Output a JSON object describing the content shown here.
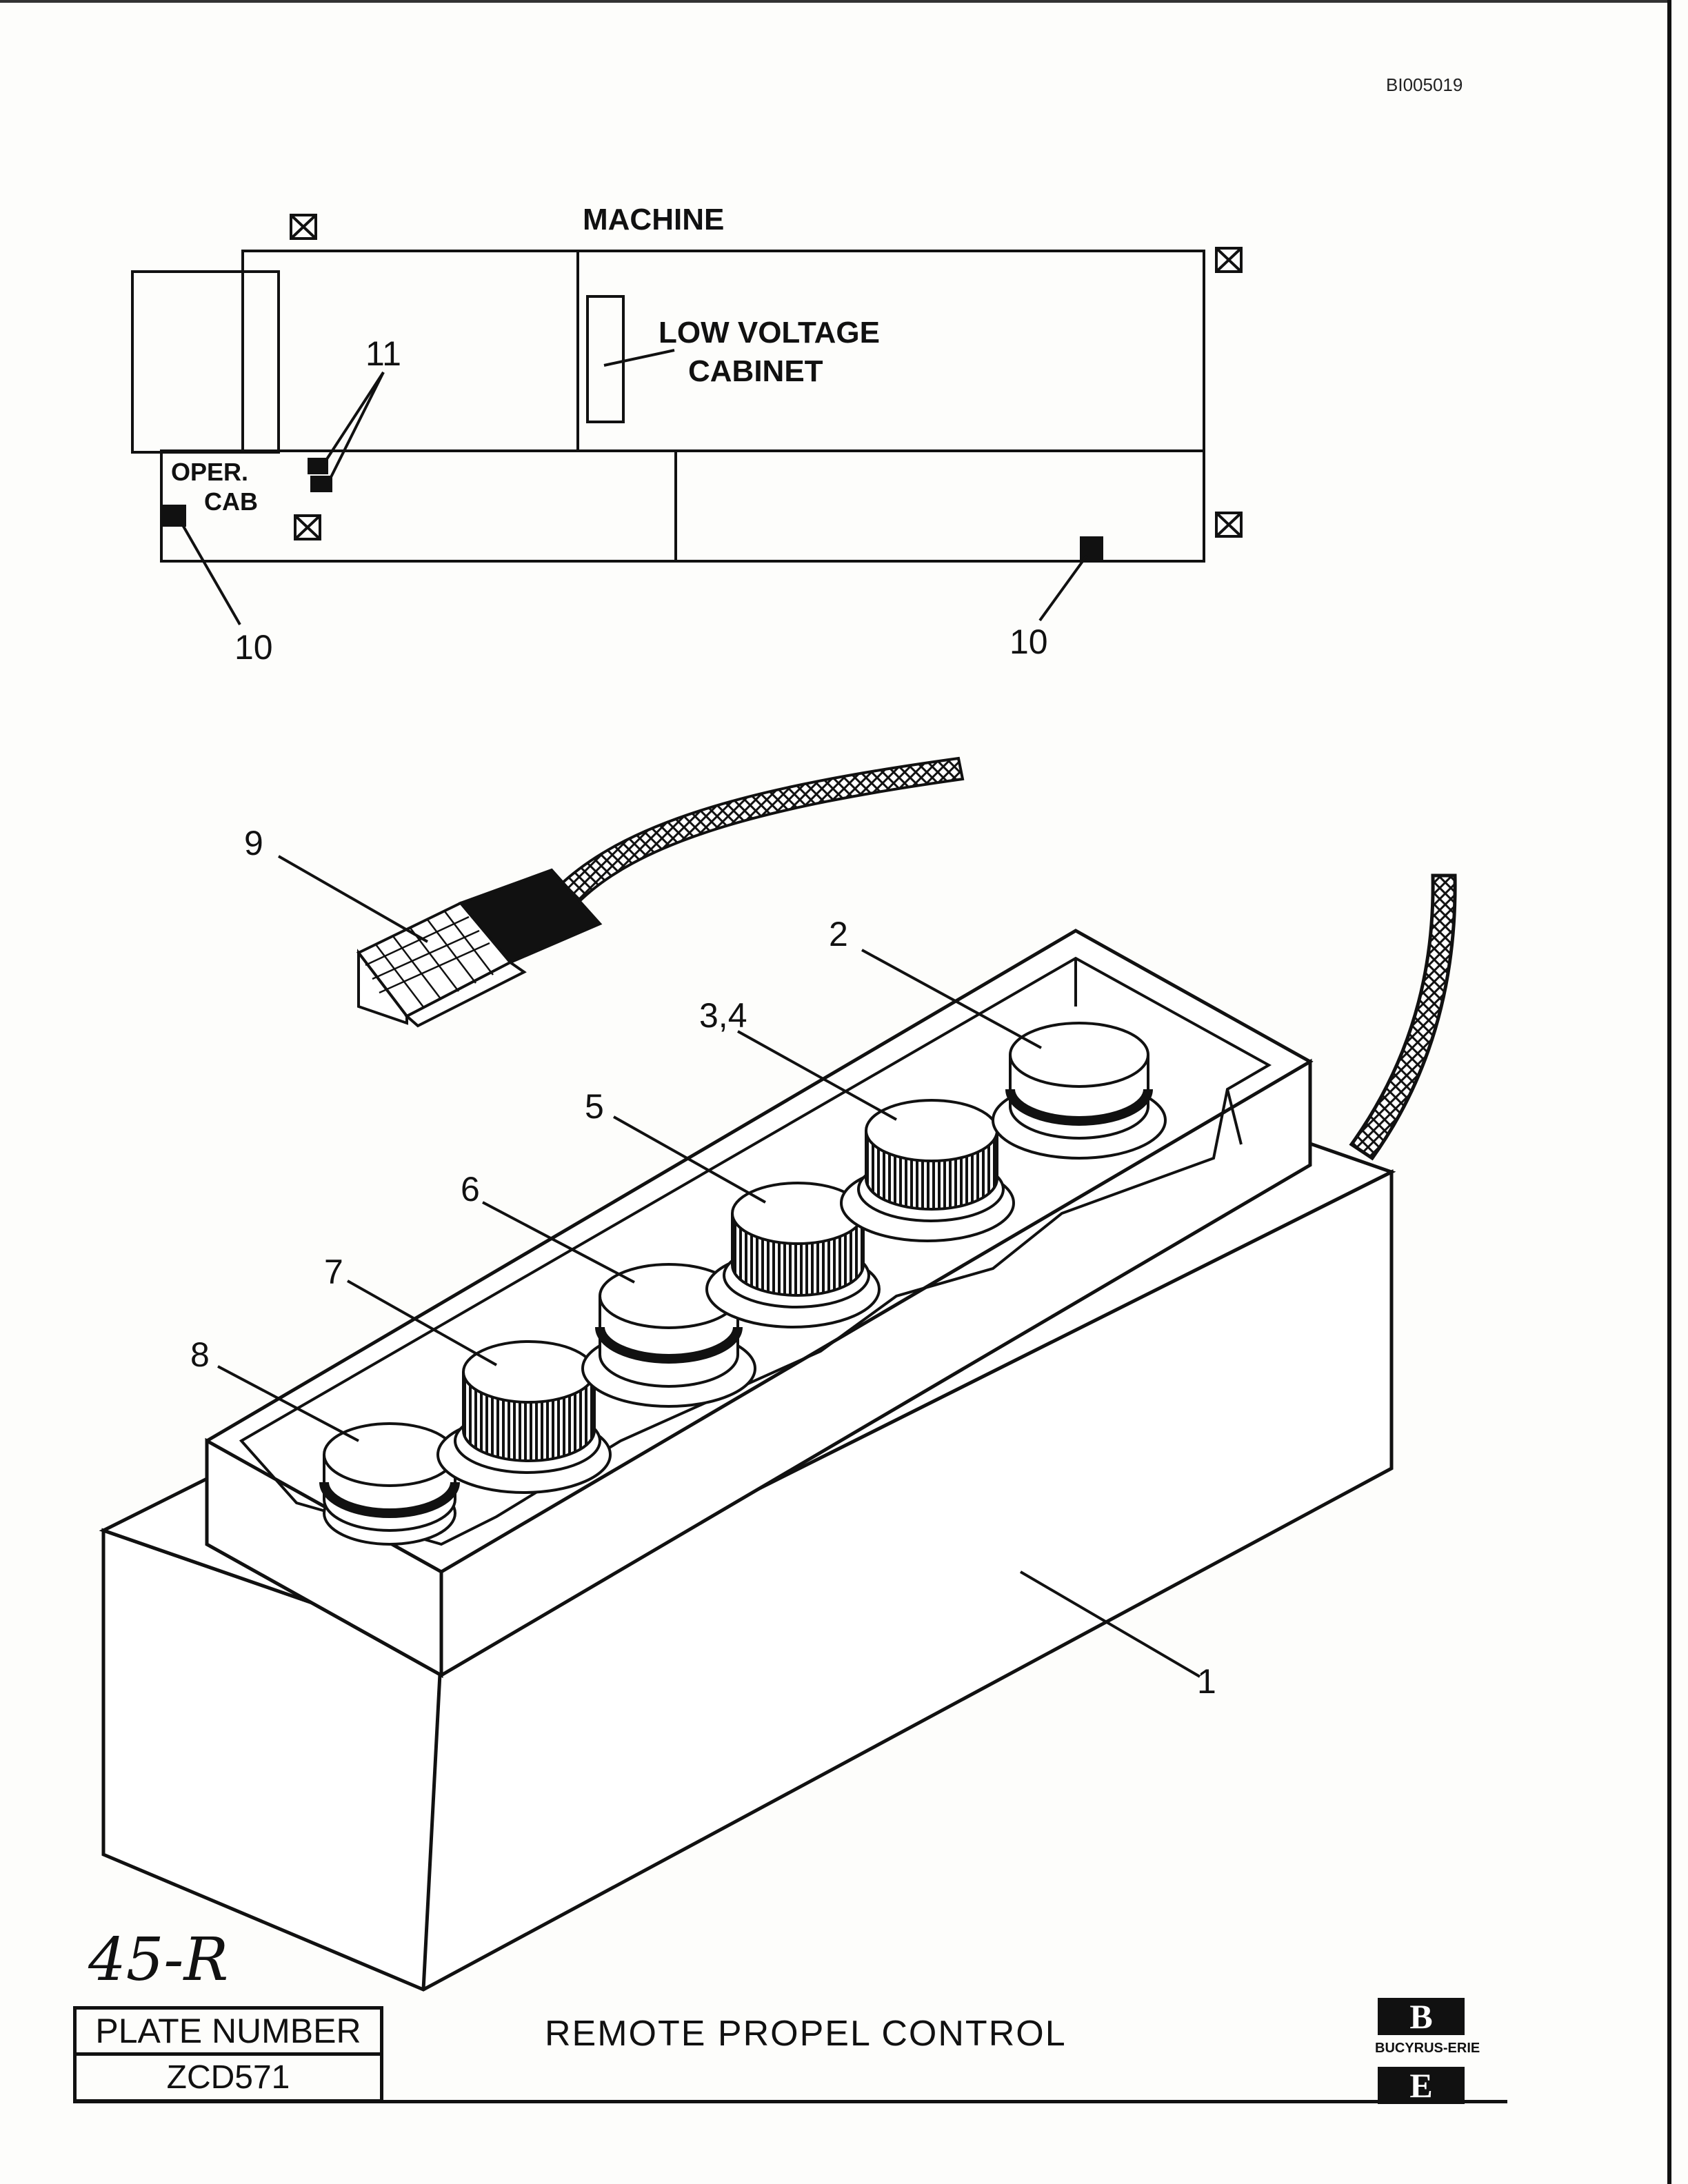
{
  "document": {
    "doc_id": "BI005019",
    "plate_page": "45-R",
    "plate_number_label": "PLATE NUMBER",
    "plate_number": "ZCD571",
    "title": "REMOTE PROPEL CONTROL",
    "logo": {
      "letter_top": "B",
      "letter_bottom": "E",
      "name": "BUCYRUS-ERIE"
    }
  },
  "layout_diagram": {
    "title": "MACHINE",
    "low_voltage_cabinet": "LOW VOLTAGE",
    "cabinet_line2": "CABINET",
    "oper_cab": "OPER.",
    "cab_line2": "CAB"
  },
  "callouts": {
    "item_1": "1",
    "item_2": "2",
    "item_3_4": "3,4",
    "item_5": "5",
    "item_6": "6",
    "item_7": "7",
    "item_8": "8",
    "item_9": "9",
    "item_10": "10",
    "item_11": "11"
  }
}
